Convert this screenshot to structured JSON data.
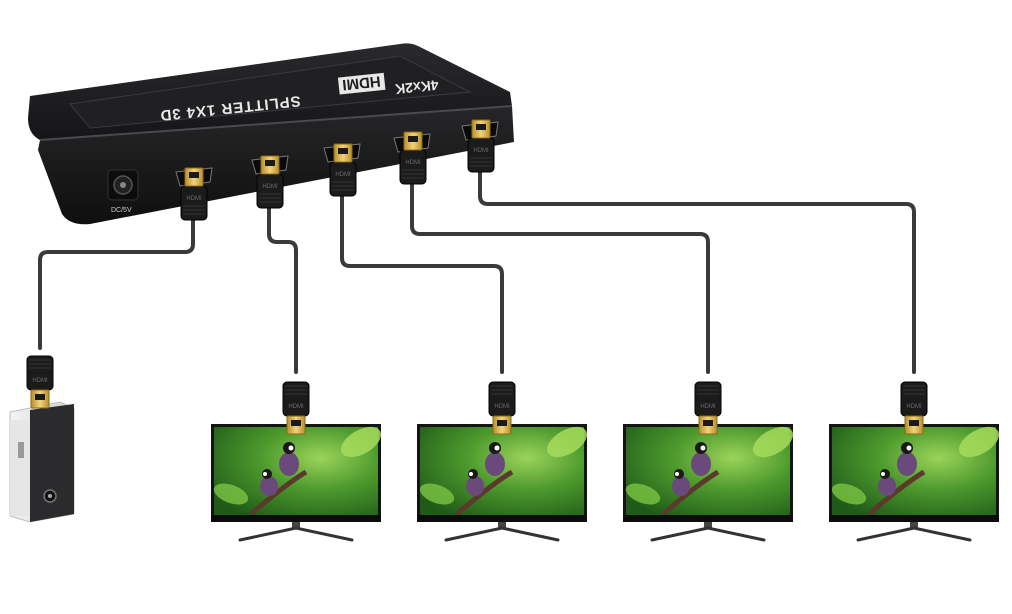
{
  "device": {
    "model_label": "SPLITTER 1X4 3D",
    "logo_text": "HDMI",
    "resolution_badge": "4Kx2K",
    "power_label": "DC/5V",
    "port_label": "HDMI",
    "output_port_count": 4
  },
  "source": {
    "name_icon": "desktop-computer-icon",
    "connector_label": "HDMI"
  },
  "displays": [
    {
      "name_icon": "monitor-icon",
      "connector_label": "HDMI"
    },
    {
      "name_icon": "monitor-icon",
      "connector_label": "HDMI"
    },
    {
      "name_icon": "monitor-icon",
      "connector_label": "HDMI"
    },
    {
      "name_icon": "monitor-icon",
      "connector_label": "HDMI"
    }
  ],
  "colors": {
    "device_body": "#1d1d1f",
    "cable": "#3a3a3a",
    "connector_gold": "#d9b34a",
    "screen_green": "#3f8f2a",
    "bird_purple": "#6a4a7a"
  }
}
